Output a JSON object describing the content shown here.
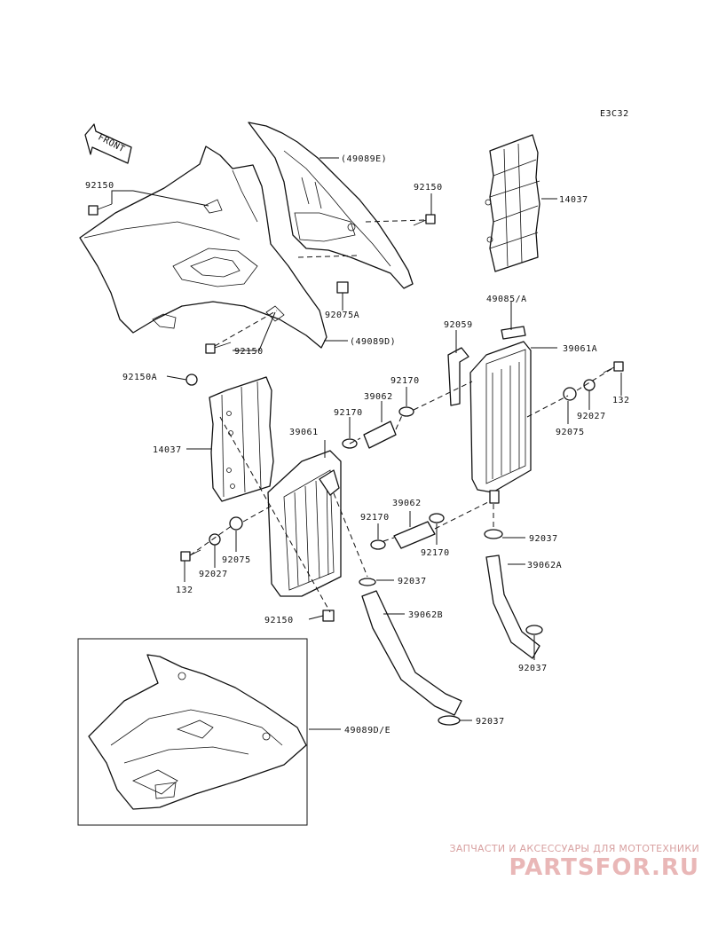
{
  "diagram_code": "E3C32",
  "front_label": "FRONT",
  "labels": {
    "l_49089E": "(49089E)",
    "l_92150_top_left": "92150",
    "l_92150_top_right": "92150",
    "l_14037_right": "14037",
    "l_92075A": "92075A",
    "l_49089D": "(49089D)",
    "l_92150_mid": "92150",
    "l_92150A": "92150A",
    "l_49085A": "49085/A",
    "l_92059": "92059",
    "l_39061A": "39061A",
    "l_132_right": "132",
    "l_92027_right": "92027",
    "l_92075_right": "92075",
    "l_92170_upper": "92170",
    "l_39062_upper": "39062",
    "l_92170_left": "92170",
    "l_39061": "39061",
    "l_14037_left": "14037",
    "l_39062_lower": "39062",
    "l_92170_lower_left": "92170",
    "l_92170_lower_right": "92170",
    "l_92037_a": "92037",
    "l_39062A": "39062A",
    "l_92075_left": "92075",
    "l_92027_left": "92027",
    "l_132_left": "132",
    "l_92037_b": "92037",
    "l_39062B": "39062B",
    "l_92150_bottom": "92150",
    "l_92037_c": "92037",
    "l_92037_d": "92037",
    "l_49089DE": "49089D/E"
  },
  "watermark": {
    "tagline": "ЗАПЧАСТИ И АКСЕССУАРЫ ДЛЯ МОТОТЕХНИКИ",
    "logo": "PARTSFOR.RU"
  }
}
